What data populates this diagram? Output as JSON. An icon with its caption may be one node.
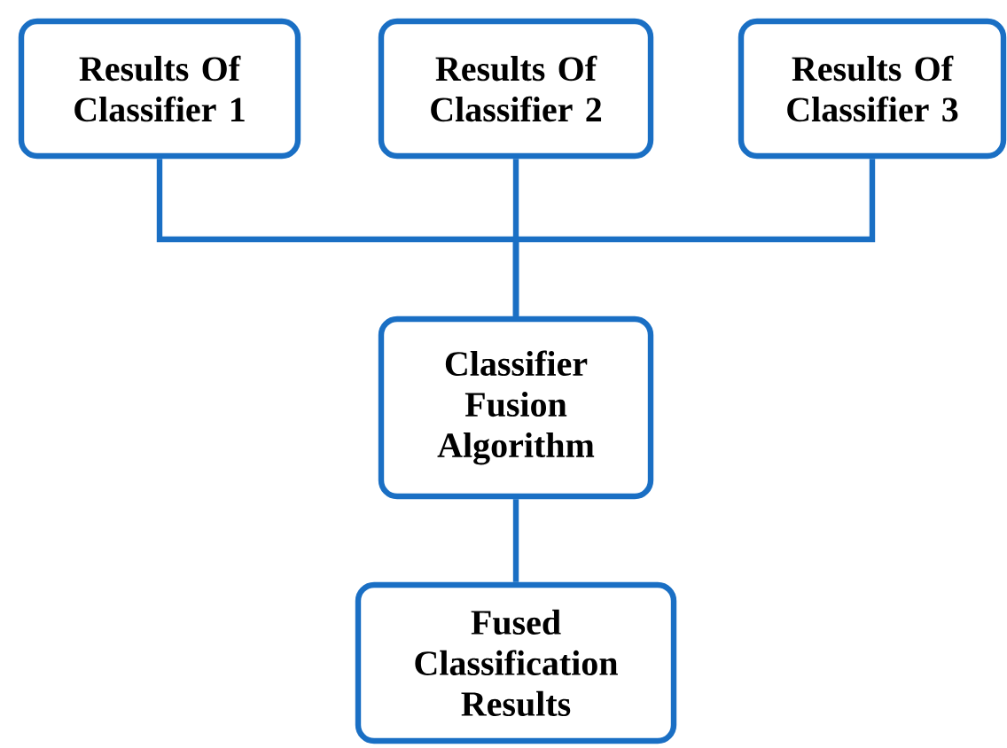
{
  "diagram": {
    "nodes": [
      {
        "text": [
          "Results Of Classifier 1"
        ]
      },
      {
        "text": [
          "Results Of Classifier 2"
        ]
      },
      {
        "text": [
          "Results Of Classifier 3"
        ]
      },
      {
        "text": [
          "Classifier Fusion Algorithm"
        ]
      },
      {
        "text": [
          "Fused Classification Results"
        ]
      }
    ],
    "edges": [
      {
        "from": 0,
        "to": 3,
        "arrow": "none"
      },
      {
        "from": 1,
        "to": 3,
        "arrow": "none"
      },
      {
        "from": 2,
        "to": 3,
        "arrow": "none"
      },
      {
        "from": 3,
        "to": 4,
        "arrow": "none"
      }
    ]
  }
}
